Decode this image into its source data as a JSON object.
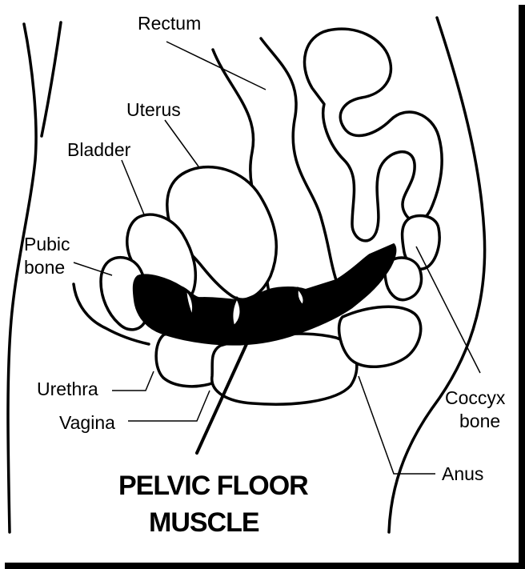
{
  "labels": {
    "rectum": "Rectum",
    "uterus": "Uterus",
    "bladder": "Bladder",
    "pubic_bone_line1": "Pubic",
    "pubic_bone_line2": "bone",
    "urethra": "Urethra",
    "vagina": "Vagina",
    "coccyx_line1": "Coccyx",
    "coccyx_line2": "bone",
    "anus": "Anus"
  },
  "title": {
    "line1": "PELVIC FLOOR",
    "line2": "MUSCLE"
  },
  "colors": {
    "ink": "#000000",
    "background": "#ffffff",
    "frame_shadow": "#000000"
  }
}
